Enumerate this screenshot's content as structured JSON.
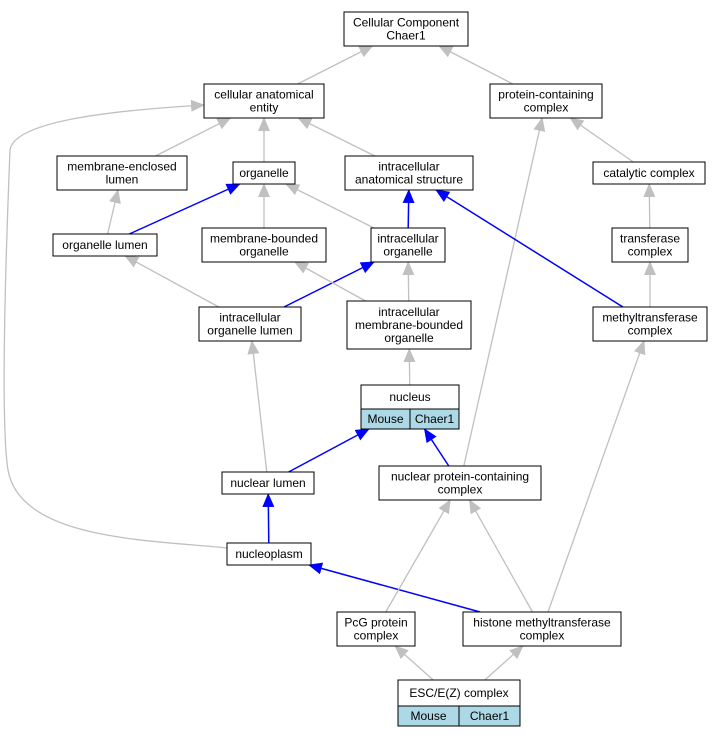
{
  "colors": {
    "is_a_edge": "#c0c0c0",
    "part_of_edge": "#0000ff",
    "species_cell": "#add8e6",
    "node_border": "#000000",
    "node_fill": "#ffffff"
  },
  "nodes": {
    "root": {
      "lines": [
        "Cellular Component",
        "Chaer1"
      ]
    },
    "cae": {
      "lines": [
        "cellular anatomical",
        "entity"
      ]
    },
    "pcc": {
      "lines": [
        "protein-containing",
        "complex"
      ]
    },
    "mel": {
      "lines": [
        "membrane-enclosed",
        "lumen"
      ]
    },
    "org": {
      "lines": [
        "organelle"
      ]
    },
    "ias": {
      "lines": [
        "intracellular",
        "anatomical structure"
      ]
    },
    "cat": {
      "lines": [
        "catalytic complex"
      ]
    },
    "orgl": {
      "lines": [
        "organelle lumen"
      ]
    },
    "mbo": {
      "lines": [
        "membrane-bounded",
        "organelle"
      ]
    },
    "io": {
      "lines": [
        "intracellular",
        "organelle"
      ]
    },
    "tc": {
      "lines": [
        "transferase",
        "complex"
      ]
    },
    "iol": {
      "lines": [
        "intracellular",
        "organelle lumen"
      ]
    },
    "imbo": {
      "lines": [
        "intracellular",
        "membrane-bounded",
        "organelle"
      ]
    },
    "mtc": {
      "lines": [
        "methyltransferase",
        "complex"
      ]
    },
    "nuc": {
      "lines": [
        "nucleus"
      ],
      "cells": [
        "Mouse",
        "Chaer1"
      ]
    },
    "nl": {
      "lines": [
        "nuclear lumen"
      ]
    },
    "npc": {
      "lines": [
        "nuclear protein-containing",
        "complex"
      ]
    },
    "np": {
      "lines": [
        "nucleoplasm"
      ]
    },
    "pcg": {
      "lines": [
        "PcG protein",
        "complex"
      ]
    },
    "hmtc": {
      "lines": [
        "histone methyltransferase",
        "complex"
      ]
    },
    "esc": {
      "lines": [
        "ESC/E(Z) complex"
      ],
      "cells": [
        "Mouse",
        "Chaer1"
      ]
    }
  },
  "edges": [
    {
      "from": "cae",
      "to": "root",
      "type": "is_a"
    },
    {
      "from": "pcc",
      "to": "root",
      "type": "is_a"
    },
    {
      "from": "mel",
      "to": "cae",
      "type": "is_a"
    },
    {
      "from": "org",
      "to": "cae",
      "type": "is_a"
    },
    {
      "from": "ias",
      "to": "cae",
      "type": "is_a"
    },
    {
      "from": "np",
      "to": "cae",
      "type": "is_a"
    },
    {
      "from": "cat",
      "to": "pcc",
      "type": "is_a"
    },
    {
      "from": "npc",
      "to": "pcc",
      "type": "is_a"
    },
    {
      "from": "orgl",
      "to": "mel",
      "type": "is_a"
    },
    {
      "from": "orgl",
      "to": "org",
      "type": "part_of"
    },
    {
      "from": "mbo",
      "to": "org",
      "type": "is_a"
    },
    {
      "from": "io",
      "to": "org",
      "type": "is_a"
    },
    {
      "from": "io",
      "to": "ias",
      "type": "part_of"
    },
    {
      "from": "mtc",
      "to": "ias",
      "type": "part_of"
    },
    {
      "from": "tc",
      "to": "cat",
      "type": "is_a"
    },
    {
      "from": "iol",
      "to": "orgl",
      "type": "is_a"
    },
    {
      "from": "iol",
      "to": "io",
      "type": "part_of"
    },
    {
      "from": "imbo",
      "to": "mbo",
      "type": "is_a"
    },
    {
      "from": "imbo",
      "to": "io",
      "type": "is_a"
    },
    {
      "from": "mtc",
      "to": "tc",
      "type": "is_a"
    },
    {
      "from": "nuc",
      "to": "imbo",
      "type": "is_a"
    },
    {
      "from": "nl",
      "to": "iol",
      "type": "is_a"
    },
    {
      "from": "nl",
      "to": "nuc",
      "type": "part_of"
    },
    {
      "from": "npc",
      "to": "nuc",
      "type": "part_of"
    },
    {
      "from": "np",
      "to": "nl",
      "type": "part_of"
    },
    {
      "from": "hmtc",
      "to": "np",
      "type": "part_of"
    },
    {
      "from": "hmtc",
      "to": "npc",
      "type": "is_a"
    },
    {
      "from": "hmtc",
      "to": "mtc",
      "type": "is_a"
    },
    {
      "from": "pcg",
      "to": "npc",
      "type": "is_a"
    },
    {
      "from": "esc",
      "to": "pcg",
      "type": "is_a"
    },
    {
      "from": "esc",
      "to": "hmtc",
      "type": "is_a"
    }
  ]
}
